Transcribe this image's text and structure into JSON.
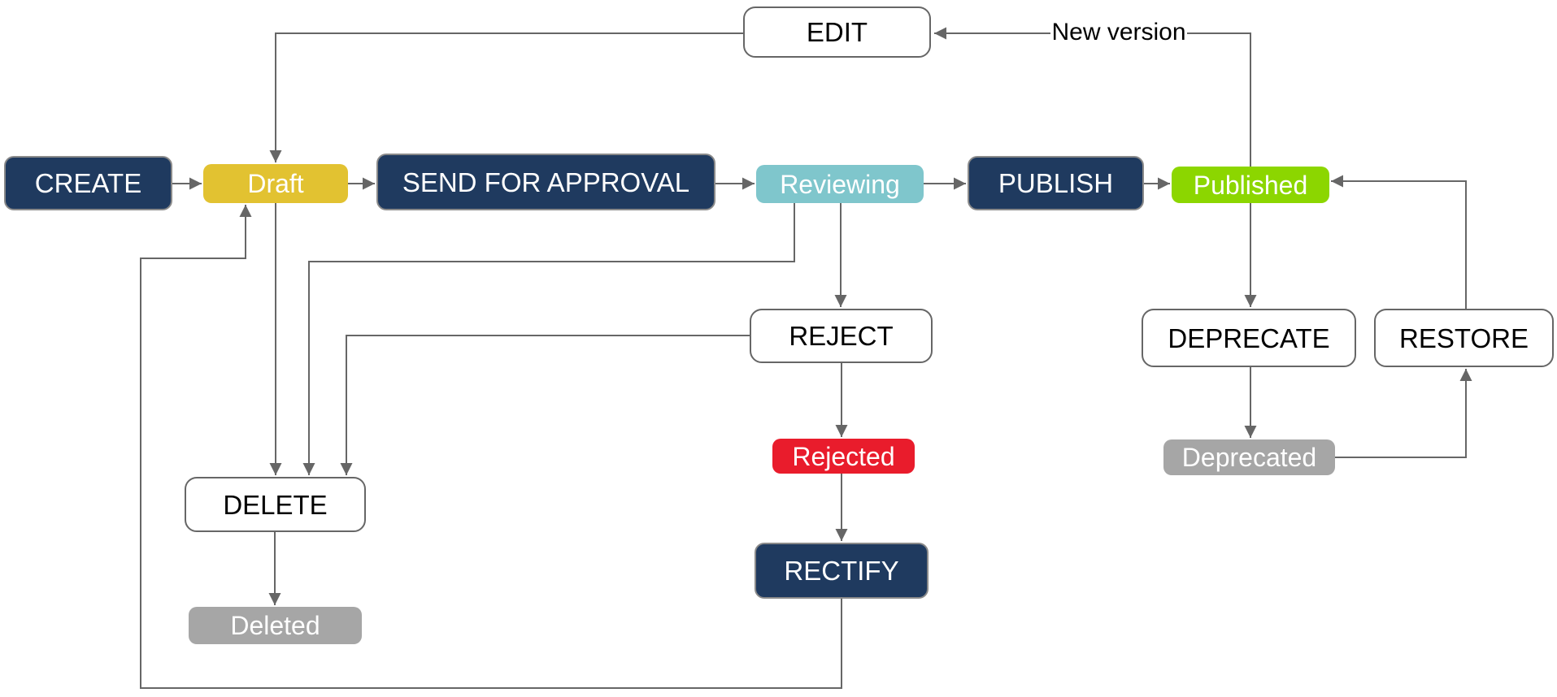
{
  "diagram": {
    "kind": "workflow-state-flowchart",
    "colors": {
      "navy": "#1f3a5f",
      "gold": "#e2c231",
      "teal": "#7fc6cc",
      "green": "#8cd600",
      "red": "#e91c2c",
      "gray": "#a6a6a6",
      "white_box": "#ffffff",
      "line": "#666666",
      "action_text": "#ffffff",
      "state_text": "#ffffff",
      "outline_text": "#000000"
    },
    "nodes": [
      {
        "id": "create",
        "label": "CREATE",
        "kind": "action",
        "fill": "#1f3a5f"
      },
      {
        "id": "draft",
        "label": "Draft",
        "kind": "state",
        "fill": "#e2c231"
      },
      {
        "id": "send_for_approval",
        "label": "SEND FOR APPROVAL",
        "kind": "action",
        "fill": "#1f3a5f"
      },
      {
        "id": "reviewing",
        "label": "Reviewing",
        "kind": "state",
        "fill": "#7fc6cc"
      },
      {
        "id": "publish",
        "label": "PUBLISH",
        "kind": "action",
        "fill": "#1f3a5f"
      },
      {
        "id": "published",
        "label": "Published",
        "kind": "state",
        "fill": "#8cd600"
      },
      {
        "id": "edit",
        "label": "EDIT",
        "kind": "action-outline",
        "fill": "#ffffff"
      },
      {
        "id": "reject",
        "label": "REJECT",
        "kind": "action-outline",
        "fill": "#ffffff"
      },
      {
        "id": "rejected",
        "label": "Rejected",
        "kind": "state",
        "fill": "#e91c2c"
      },
      {
        "id": "rectify",
        "label": "RECTIFY",
        "kind": "action",
        "fill": "#1f3a5f"
      },
      {
        "id": "delete",
        "label": "DELETE",
        "kind": "action-outline",
        "fill": "#ffffff"
      },
      {
        "id": "deleted",
        "label": "Deleted",
        "kind": "state",
        "fill": "#a6a6a6"
      },
      {
        "id": "deprecate",
        "label": "DEPRECATE",
        "kind": "action-outline",
        "fill": "#ffffff"
      },
      {
        "id": "restore",
        "label": "RESTORE",
        "kind": "action-outline",
        "fill": "#ffffff"
      },
      {
        "id": "deprecated",
        "label": "Deprecated",
        "kind": "state",
        "fill": "#a6a6a6"
      }
    ],
    "edges": [
      {
        "from": "create",
        "to": "draft"
      },
      {
        "from": "draft",
        "to": "send_for_approval"
      },
      {
        "from": "send_for_approval",
        "to": "reviewing"
      },
      {
        "from": "reviewing",
        "to": "publish"
      },
      {
        "from": "publish",
        "to": "published"
      },
      {
        "from": "published",
        "to": "edit",
        "label": "New version"
      },
      {
        "from": "edit",
        "to": "draft"
      },
      {
        "from": "draft",
        "to": "delete"
      },
      {
        "from": "reviewing",
        "to": "delete"
      },
      {
        "from": "reviewing",
        "to": "reject"
      },
      {
        "from": "reject",
        "to": "delete"
      },
      {
        "from": "reject",
        "to": "rejected"
      },
      {
        "from": "rejected",
        "to": "rectify"
      },
      {
        "from": "rectify",
        "to": "draft"
      },
      {
        "from": "delete",
        "to": "deleted"
      },
      {
        "from": "published",
        "to": "deprecate"
      },
      {
        "from": "deprecate",
        "to": "deprecated"
      },
      {
        "from": "deprecated",
        "to": "restore"
      },
      {
        "from": "restore",
        "to": "published"
      }
    ],
    "edge_labels": {
      "new_version": "New version"
    }
  }
}
